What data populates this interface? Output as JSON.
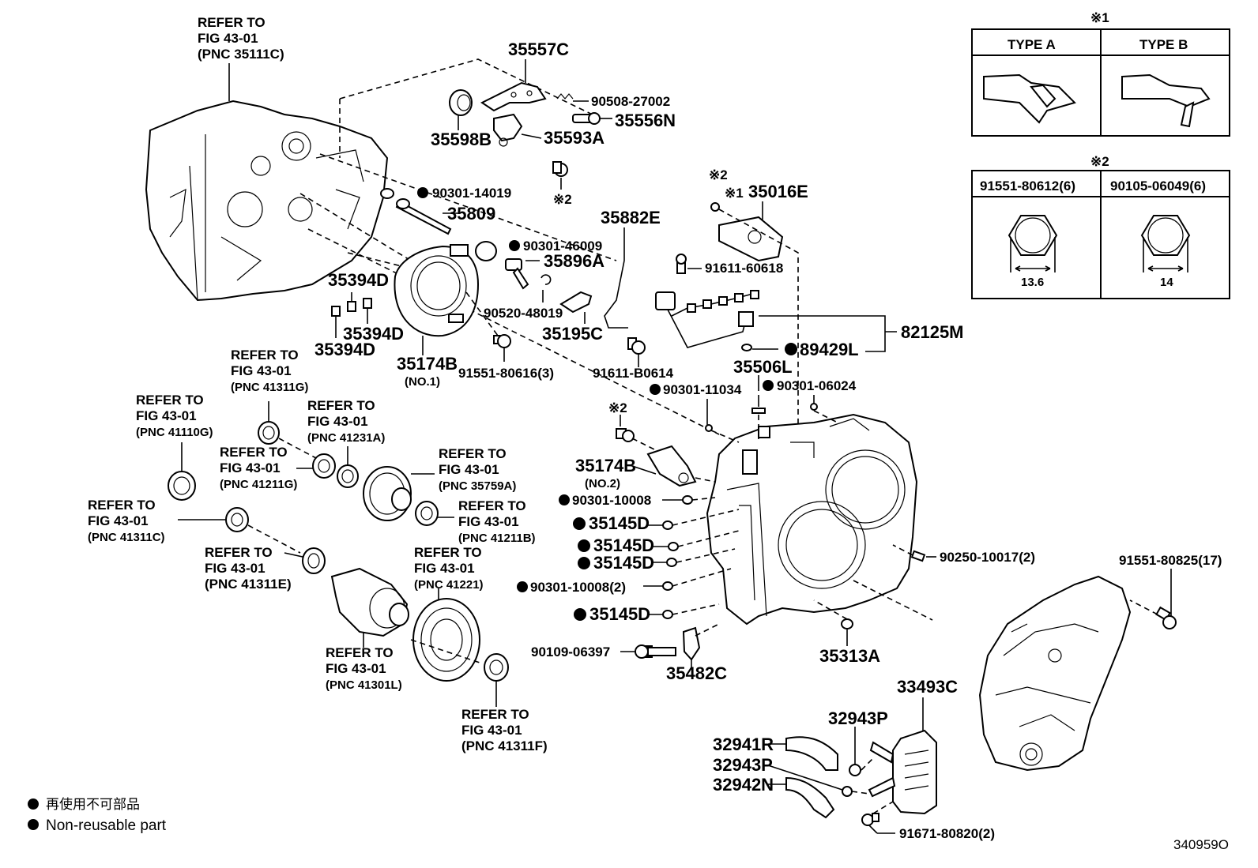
{
  "refer_notes": [
    {
      "id": "r1",
      "lines": [
        "REFER TO",
        "FIG 43-01",
        "(PNC 35111C)"
      ]
    },
    {
      "id": "r2",
      "lines": [
        "REFER TO",
        "FIG 43-01",
        "(PNC 41311G)"
      ]
    },
    {
      "id": "r3",
      "lines": [
        "REFER TO",
        "FIG 43-01",
        "(PNC 41110G)"
      ]
    },
    {
      "id": "r4",
      "lines": [
        "REFER TO",
        "FIG 43-01",
        "(PNC 41231A)"
      ]
    },
    {
      "id": "r5",
      "lines": [
        "REFER TO",
        "FIG 43-01",
        "(PNC 41211G)"
      ]
    },
    {
      "id": "r6",
      "lines": [
        "REFER TO",
        "FIG 43-01",
        "(PNC 35759A)"
      ]
    },
    {
      "id": "r7",
      "lines": [
        "REFER TO",
        "FIG 43-01",
        "(PNC 41211B)"
      ]
    },
    {
      "id": "r8",
      "lines": [
        "REFER TO",
        "FIG 43-01",
        "(PNC 41311C)"
      ]
    },
    {
      "id": "r9",
      "lines": [
        "REFER TO",
        "FIG 43-01",
        "(PNC 41311E)"
      ]
    },
    {
      "id": "r10",
      "lines": [
        "REFER TO",
        "FIG 43-01",
        "(PNC 41221)"
      ]
    },
    {
      "id": "r11",
      "lines": [
        "REFER TO",
        "FIG 43-01",
        "(PNC 41301L)"
      ]
    },
    {
      "id": "r12",
      "lines": [
        "REFER TO",
        "FIG 43-01",
        "(PNC 41311F)"
      ]
    }
  ],
  "labels": {
    "p35557C": "35557C",
    "p90508": "90508-27002",
    "p35556N": "35556N",
    "p35598B": "35598B",
    "p35593A": "35593A",
    "note2a": "※2",
    "p90301_14019": "90301-14019",
    "p35809": "35809",
    "p90301_46009": "90301-46009",
    "p35896A": "35896A",
    "p35394D_1": "35394D",
    "p35394D_2": "35394D",
    "p35394D_3": "35394D",
    "p90520": "90520-48019",
    "p35195C": "35195C",
    "p35174B": "35174B",
    "p35174B_no1": "(NO.1)",
    "p91551_80616": "91551-80616(3)",
    "p35882E": "35882E",
    "p91611_B0614": "91611-B0614",
    "note2b": "※2",
    "note1a": "※1",
    "p35016E": "35016E",
    "p91611_60618": "91611-60618",
    "p82125M": "82125M",
    "p89429L": "89429L",
    "p35506L": "35506L",
    "p90301_11034": "90301-11034",
    "p90301_06024": "90301-06024",
    "note2c": "※2",
    "p35174B2": "35174B",
    "p35174B_no2": "(NO.2)",
    "p90301_10008": "90301-10008",
    "p35145D_1": "35145D",
    "p35145D_2": "35145D",
    "p35145D_3": "35145D",
    "p90301_10008_2": "90301-10008(2)",
    "p35145D_4": "35145D",
    "p90250": "90250-10017(2)",
    "p90109": "90109-06397",
    "p35482C": "35482C",
    "p35313A": "35313A",
    "p91551_80825": "91551-80825(17)",
    "p33493C": "33493C",
    "p32943P_1": "32943P",
    "p32941R": "32941R",
    "p32943P_2": "32943P",
    "p32942N": "32942N",
    "p91671": "91671-80820(2)"
  },
  "table1": {
    "note": "※1",
    "col_a": "TYPE A",
    "col_b": "TYPE B"
  },
  "table2": {
    "note": "※2",
    "col_a": "91551-80612(6)",
    "col_b": "90105-06049(6)",
    "dim_a": "13.6",
    "dim_b": "14"
  },
  "legend": {
    "jp": "再使用不可部品",
    "en": "Non-reusable part"
  },
  "figure_id": "340959O"
}
